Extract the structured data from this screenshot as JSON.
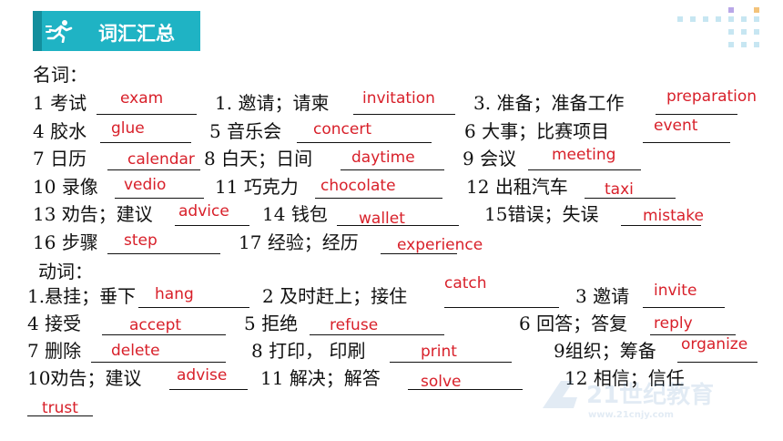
{
  "header": {
    "title": "词汇汇总",
    "icon": "runner-icon"
  },
  "colors": {
    "banner": "#1fb3c4",
    "answer": "#d8202a",
    "text": "#111111"
  },
  "nouns_label": "名词：",
  "verbs_label": "动词：",
  "nouns": [
    {
      "num": "1",
      "zh": "考试",
      "ans": "exam"
    },
    {
      "num": "1.",
      "zh": "邀请；请柬",
      "ans": "invitation"
    },
    {
      "num": "3.",
      "zh": "准备；准备工作",
      "ans": "preparation"
    },
    {
      "num": "4",
      "zh": "胶水",
      "ans": "glue"
    },
    {
      "num": "5",
      "zh": "音乐会",
      "ans": "concert"
    },
    {
      "num": "6",
      "zh": "大事；比赛项目",
      "ans": "event"
    },
    {
      "num": "7",
      "zh": "日历",
      "ans": "calendar"
    },
    {
      "num": "8",
      "zh": "白天；日间",
      "ans": "daytime"
    },
    {
      "num": "9",
      "zh": "会议",
      "ans": "meeting"
    },
    {
      "num": "10",
      "zh": "录像",
      "ans": "vedio"
    },
    {
      "num": "11",
      "zh": "巧克力",
      "ans": "chocolate"
    },
    {
      "num": "12",
      "zh": "出租汽车",
      "ans": "taxi"
    },
    {
      "num": "13",
      "zh": "劝告；建议",
      "ans": "advice"
    },
    {
      "num": "14",
      "zh": "钱包",
      "ans": "wallet"
    },
    {
      "num": "15",
      "zh": "错误；失误",
      "ans": "mistake"
    },
    {
      "num": "16",
      "zh": "步骤",
      "ans": "step"
    },
    {
      "num": "17",
      "zh": "经验；经历",
      "ans": "experience"
    }
  ],
  "verbs": [
    {
      "num": "1.",
      "zh": "悬挂；垂下",
      "ans": "hang"
    },
    {
      "num": "2",
      "zh": "及时赶上；接住",
      "ans": "catch"
    },
    {
      "num": "3",
      "zh": "邀请",
      "ans": "invite"
    },
    {
      "num": "4",
      "zh": "接受",
      "ans": "accept"
    },
    {
      "num": "5",
      "zh": "拒绝",
      "ans": "refuse"
    },
    {
      "num": "6",
      "zh": "回答；答复",
      "ans": "reply"
    },
    {
      "num": "7",
      "zh": "删除",
      "ans": "delete"
    },
    {
      "num": "8",
      "zh": "打印， 印刷",
      "ans": "print"
    },
    {
      "num": "9",
      "zh": "组织；筹备",
      "ans": "organize"
    },
    {
      "num": "10",
      "zh": "劝告；建议",
      "ans": "advise"
    },
    {
      "num": "11",
      "zh": "解决；解答",
      "ans": "solve"
    },
    {
      "num": "12",
      "zh": "相信；信任",
      "ans": "trust"
    }
  ]
}
